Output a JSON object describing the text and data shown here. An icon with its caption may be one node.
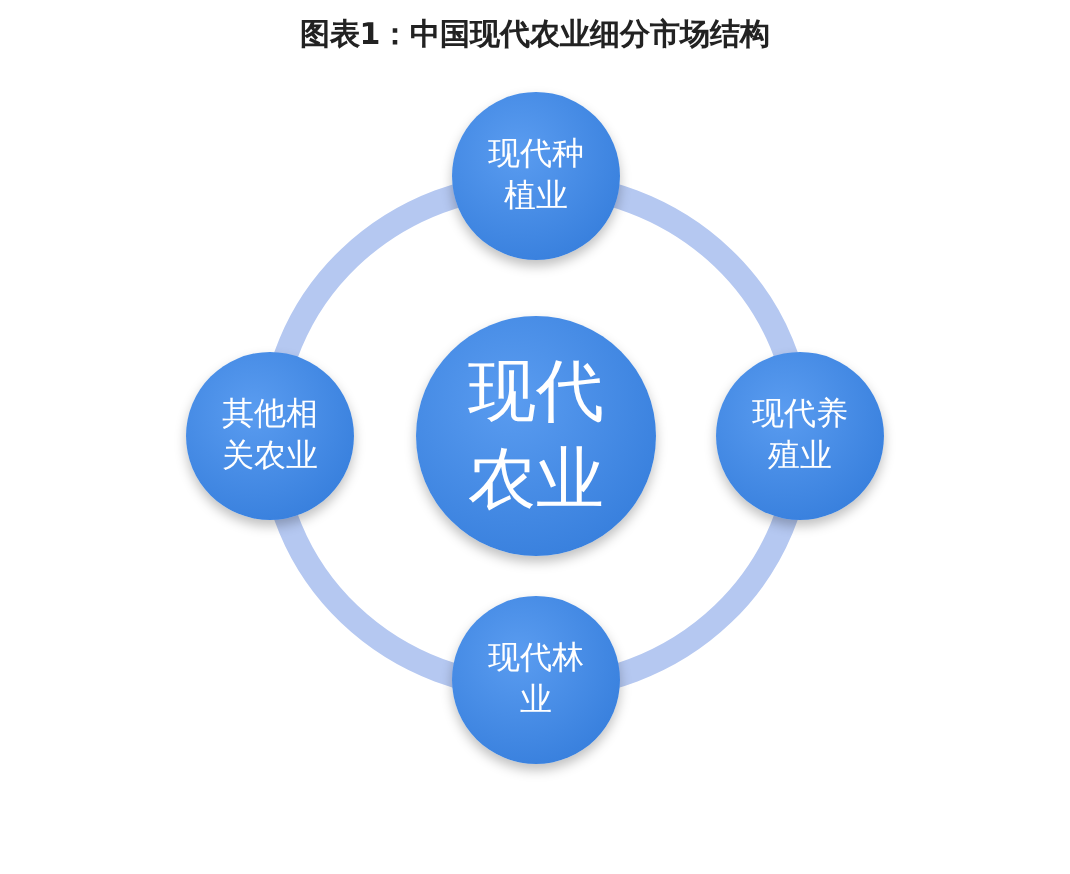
{
  "diagram": {
    "title": "图表1：中国现代农业细分市场结构",
    "nodes": [
      {
        "text": [
          "现代种植业"
        ]
      },
      {
        "text": [
          "其他相关农业"
        ]
      },
      {
        "text": [
          "现代农业"
        ]
      },
      {
        "text": [
          "现代养殖业"
        ]
      },
      {
        "text": [
          "现代林业"
        ]
      }
    ]
  }
}
